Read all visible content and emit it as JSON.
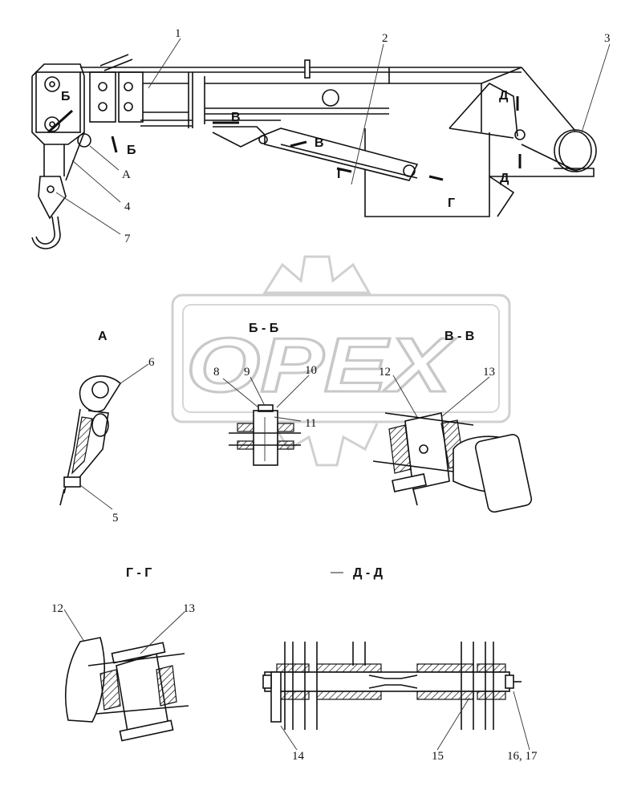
{
  "watermark": {
    "text": "OPEX",
    "color": "#c8c8c8"
  },
  "callouts": {
    "c1": "1",
    "c2": "2",
    "c3": "3",
    "c4": "4",
    "c5": "5",
    "c6": "6",
    "c7": "7",
    "c8": "8",
    "c9": "9",
    "c10": "10",
    "c11": "11",
    "c12a": "12",
    "c13a": "13",
    "c12b": "12",
    "c13b": "13",
    "c14": "14",
    "c15": "15",
    "c16_17": "16, 17",
    "lblA": "А"
  },
  "section_marks": {
    "b_top": "Б",
    "b_bot": "Б",
    "v_left": "В",
    "v_right": "В",
    "g_left": "Г",
    "g_right": "Г",
    "d_top": "Д",
    "d_bot": "Д"
  },
  "views": {
    "view_a": "А",
    "view_bb": "Б - Б",
    "view_vv": "В - В",
    "view_gg": "Г - Г",
    "view_dd": "Д - Д"
  }
}
